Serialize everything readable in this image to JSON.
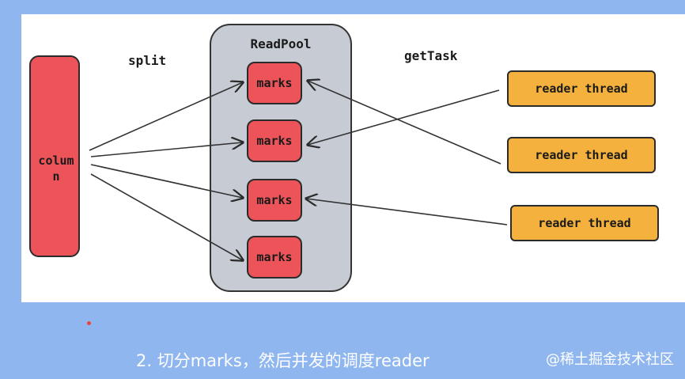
{
  "diagram": {
    "column": {
      "label": "colum\nn"
    },
    "pool": {
      "title": "ReadPool",
      "marks": [
        "marks",
        "marks",
        "marks",
        "marks"
      ]
    },
    "readers": [
      "reader thread",
      "reader thread",
      "reader thread"
    ],
    "labels": {
      "split": "split",
      "get_task": "getTask"
    },
    "colors": {
      "column_fill": "#ec5459",
      "marks_fill": "#ec5459",
      "pool_fill": "#c7ccd4",
      "reader_fill": "#f4b13d",
      "background": "#8fb6ef"
    }
  },
  "caption": "2. 切分marks，然后并发的调度reader",
  "watermark": "@稀土掘金技术社区"
}
